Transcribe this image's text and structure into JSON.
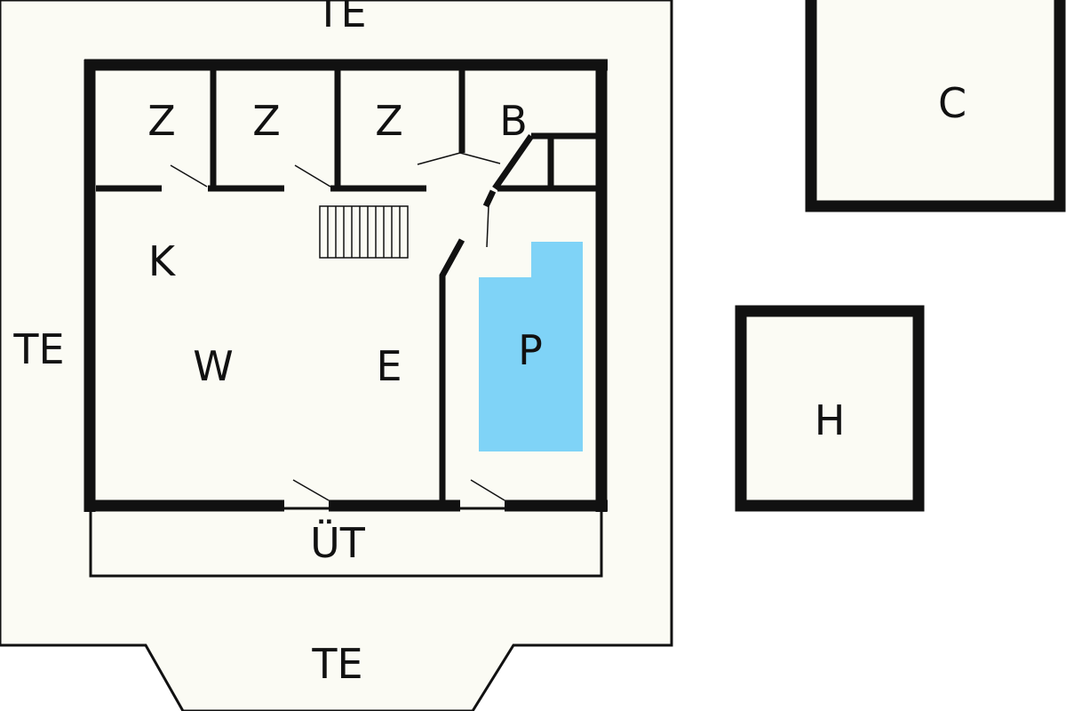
{
  "rooms": {
    "z1": "Z",
    "z2": "Z",
    "z3": "Z",
    "b": "B",
    "k": "K",
    "w": "W",
    "e": "E",
    "p": "P",
    "ut": "ÜT",
    "c": "C",
    "h": "H"
  },
  "terrace": {
    "top": "TE",
    "left": "TE",
    "bottom": "TE"
  },
  "colors": {
    "background": "#ffffff",
    "floor": "#fbfbf4",
    "wall": "#111111",
    "pool": "#7fd3f7"
  }
}
